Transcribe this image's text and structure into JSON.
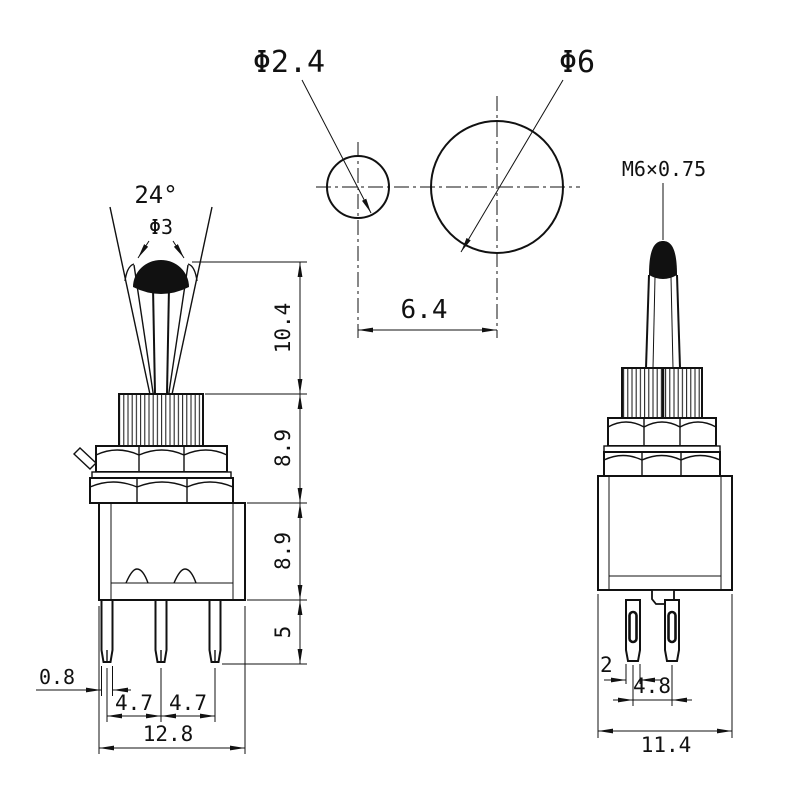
{
  "page": {
    "background": "#ffffff",
    "line_color": "#111111"
  },
  "front_view": {
    "angle_label": "24°",
    "lever_diameter_label": "Φ3",
    "dim_lever_height": "10.4",
    "dim_stem_height": "8.9",
    "dim_body_height": "8.9",
    "dim_pin_length": "5",
    "dim_pin_thickness": "0.8",
    "dim_pin_pitch_left": "4.7",
    "dim_pin_pitch_right": "4.7",
    "dim_overall_width": "12.8"
  },
  "holes_view": {
    "small_hole_label": "Φ2.4",
    "large_hole_label": "Φ6",
    "dim_center_spacing": "6.4"
  },
  "side_view": {
    "thread_label": "M6×0.75",
    "dim_pin_width": "2",
    "dim_pin_pitch": "4.8",
    "dim_overall_width": "11.4"
  }
}
